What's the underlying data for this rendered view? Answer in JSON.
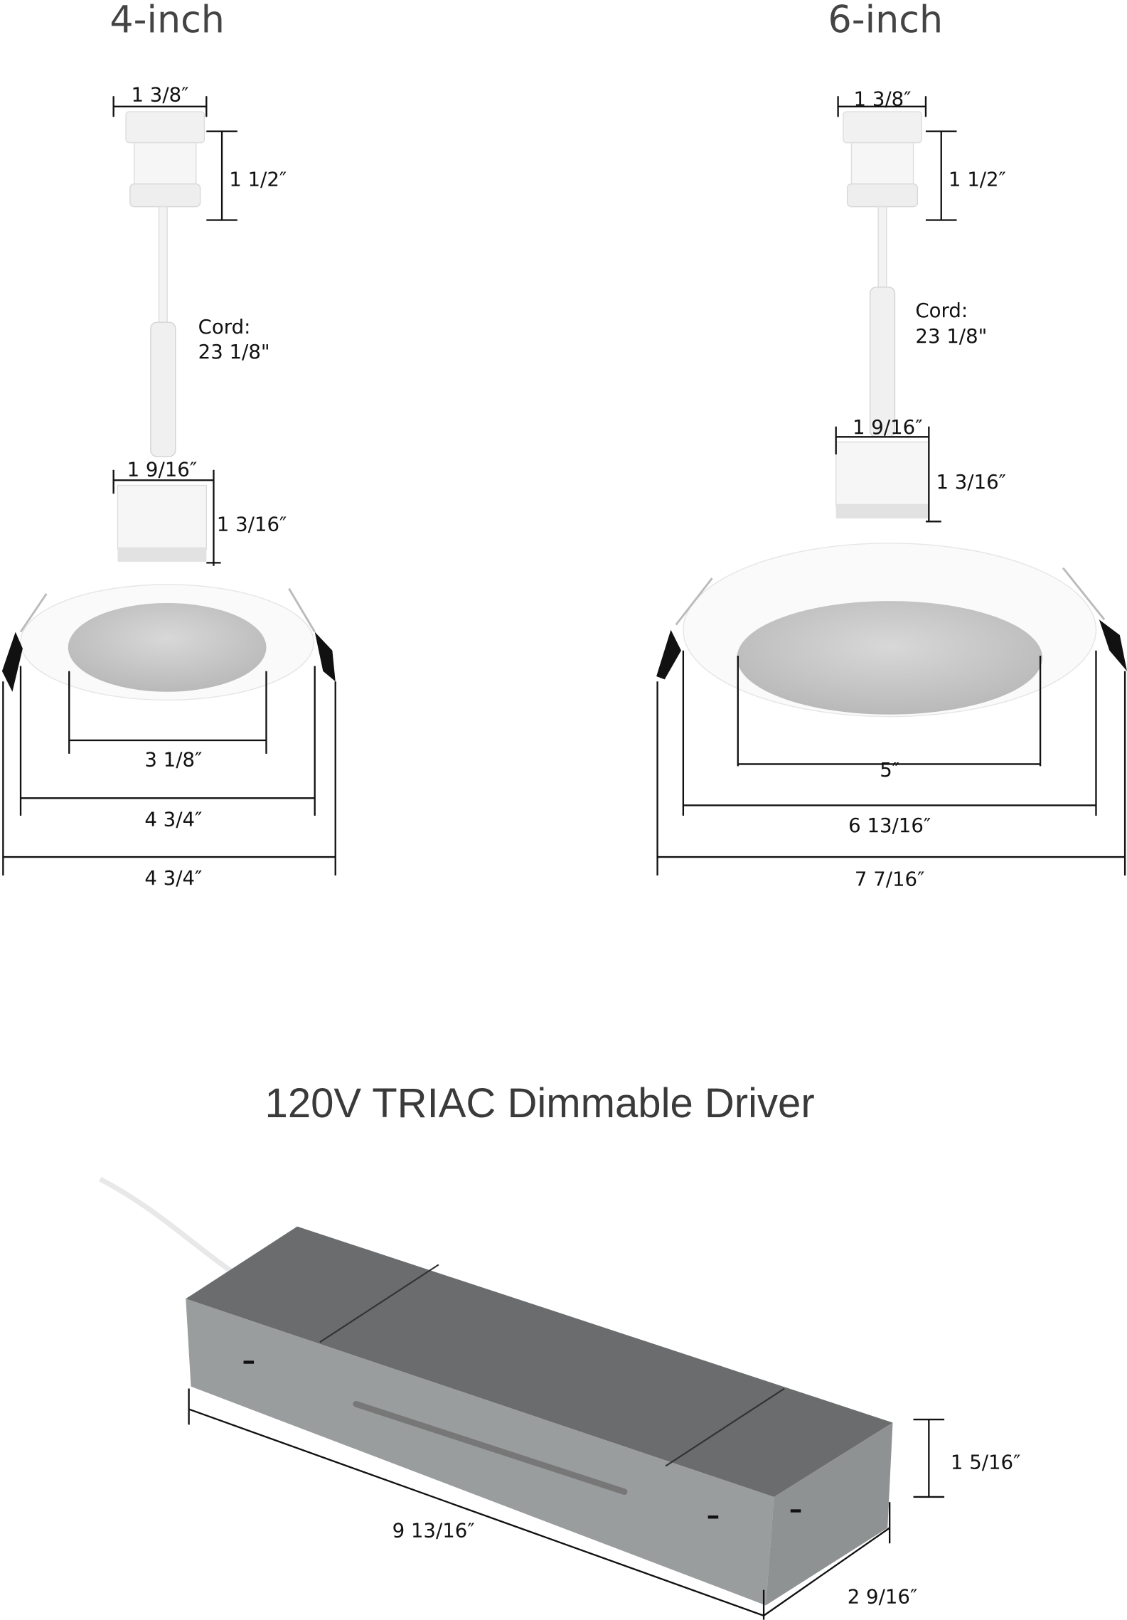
{
  "four_inch": {
    "title": "4-inch",
    "connector_width": "1 3/8″",
    "connector_height": "1 1/2″",
    "cord_label": "Cord:",
    "cord_length": "23 1/8\"",
    "box_width": "1 9/16″",
    "box_height": "1 3/16″",
    "lens_diameter": "3 1/8″",
    "trim_diameter": "4 3/4″",
    "overall_width": "4 3/4″"
  },
  "six_inch": {
    "title": "6-inch",
    "connector_width": "1 3/8″",
    "connector_height": "1 1/2″",
    "cord_label": "Cord:",
    "cord_length": "23 1/8\"",
    "box_width": "1 9/16″",
    "box_height": "1 3/16″",
    "lens_diameter": "5″",
    "trim_diameter": "6 13/16″",
    "overall_width": "7 7/16″"
  },
  "driver": {
    "title": "120V TRIAC Dimmable Driver",
    "length": "9 13/16″",
    "width": "2 9/16″",
    "height": "1 5/16″"
  },
  "colors": {
    "driver_top": "#6a6c6d",
    "driver_side": "#9a9d9e",
    "lens": "#c9c9c9",
    "clip": "#111111"
  }
}
